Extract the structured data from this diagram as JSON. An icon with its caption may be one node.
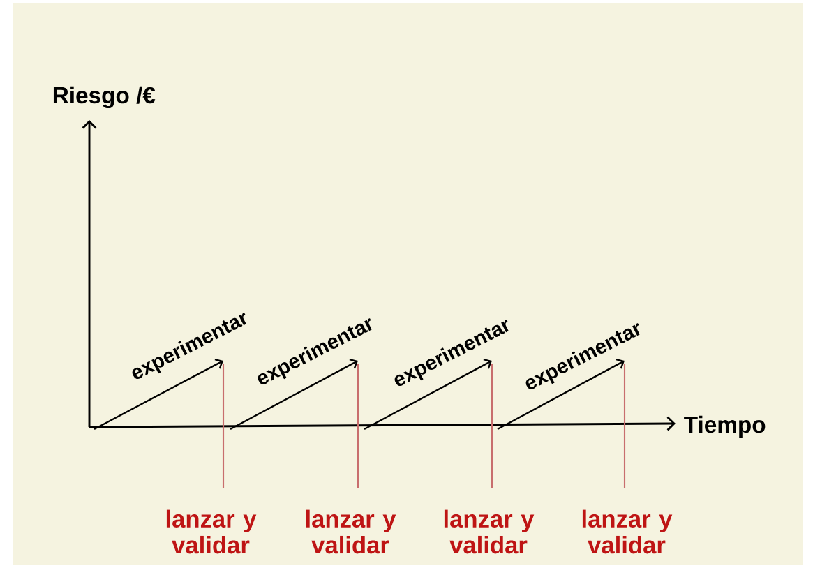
{
  "diagram": {
    "labels": [
      "Riesgo /€",
      "experimentar",
      "experimentar",
      "experimentar",
      "experimentar",
      "Tiempo",
      "lanzar y validar",
      "lanzar y validar",
      "lanzar y validar",
      "lanzar y validar"
    ]
  }
}
